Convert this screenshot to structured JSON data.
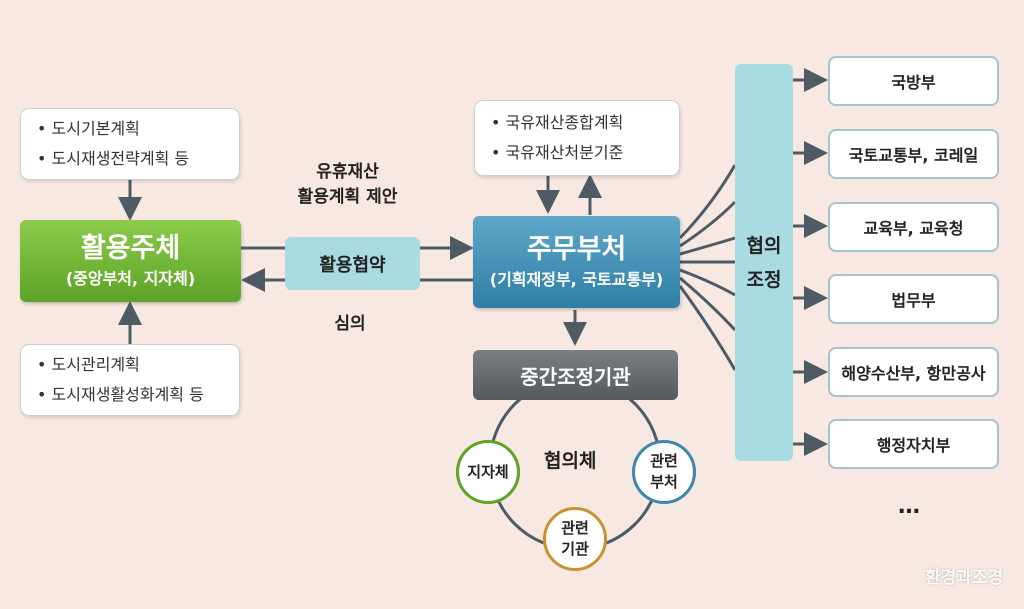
{
  "top_left_note": {
    "items": [
      "도시기본계획",
      "도시재생전략계획 등"
    ]
  },
  "bottom_left_note": {
    "items": [
      "도시관리계획",
      "도시재생활성화계획 등"
    ]
  },
  "top_center_note": {
    "items": [
      "국유재산종합계획",
      "국유재산처분기준"
    ]
  },
  "user_entity": {
    "title": "활용주체",
    "subtitle": "(중앙부처, 지자체)"
  },
  "agreement": {
    "label": "활용협약"
  },
  "proposal_label": {
    "line1": "유휴재산",
    "line2": "활용계획 제안"
  },
  "review_label": {
    "text": "심의"
  },
  "lead_ministry": {
    "title": "주무부처",
    "subtitle": "(기획재정부, 국토교통부)"
  },
  "coordination": {
    "line1": "협의",
    "line2": "조정"
  },
  "mediator": {
    "title": "중간조정기관"
  },
  "council": {
    "label": "협의체",
    "nodes": [
      {
        "line1": "지자체",
        "line2": "",
        "color": "#5da327"
      },
      {
        "line1": "관련",
        "line2": "부처",
        "color": "#3d86b4"
      },
      {
        "line1": "관련",
        "line2": "기관",
        "color": "#c9922f"
      }
    ]
  },
  "ministries": [
    "국방부",
    "국토교통부, 코레일",
    "교육부, 교육청",
    "법무부",
    "해양수산부, 항만공사",
    "행정자치부"
  ],
  "ellipsis": "…",
  "watermark": "환경과조경",
  "colors": {
    "arrow": "#4f5b64",
    "background": "#f7e8e1"
  }
}
